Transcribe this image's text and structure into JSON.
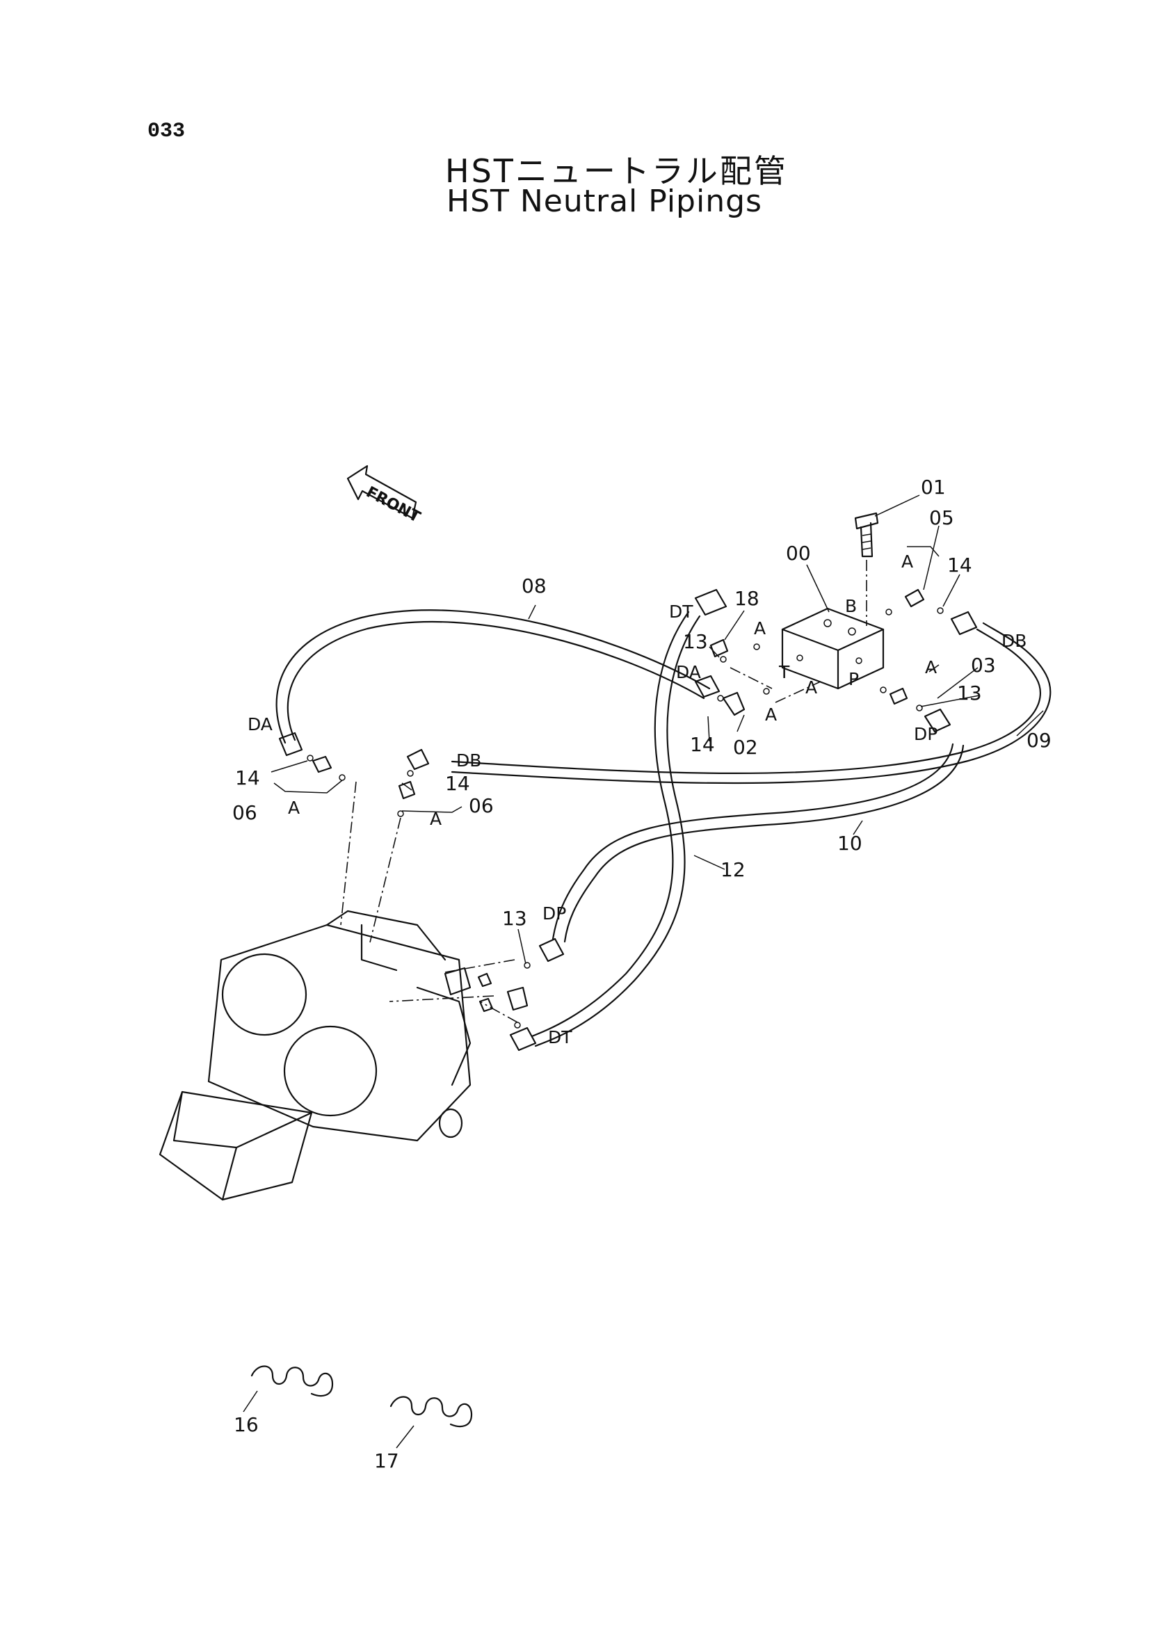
{
  "page_number": "033",
  "title_jp": "HSTニュートラル配管",
  "title_en": "HST Neutral Pipings",
  "front_label": "FRONT",
  "part_numbers": {
    "p00": "00",
    "p01": "01",
    "p02": "02",
    "p03": "03",
    "p05": "05",
    "p06a": "06",
    "p06b": "06",
    "p08": "08",
    "p09": "09",
    "p10": "10",
    "p12": "12",
    "p13a": "13",
    "p13b": "13",
    "p13c": "13",
    "p14a": "14",
    "p14b": "14",
    "p14c": "14",
    "p14d": "14",
    "p16": "16",
    "p17": "17",
    "p18": "18"
  },
  "port_labels": {
    "da1": "DA",
    "da2": "DA",
    "db1": "DB",
    "db2": "DB",
    "dt1": "DT",
    "dt2": "DT",
    "dp1": "DP",
    "dp2": "DP",
    "valve_a": "A",
    "valve_b": "B",
    "valve_t": "T",
    "valve_p": "P"
  },
  "group_labels": {
    "a1": "A",
    "a2": "A",
    "a3": "A",
    "a4": "A",
    "a5": "A",
    "a6": "A"
  }
}
